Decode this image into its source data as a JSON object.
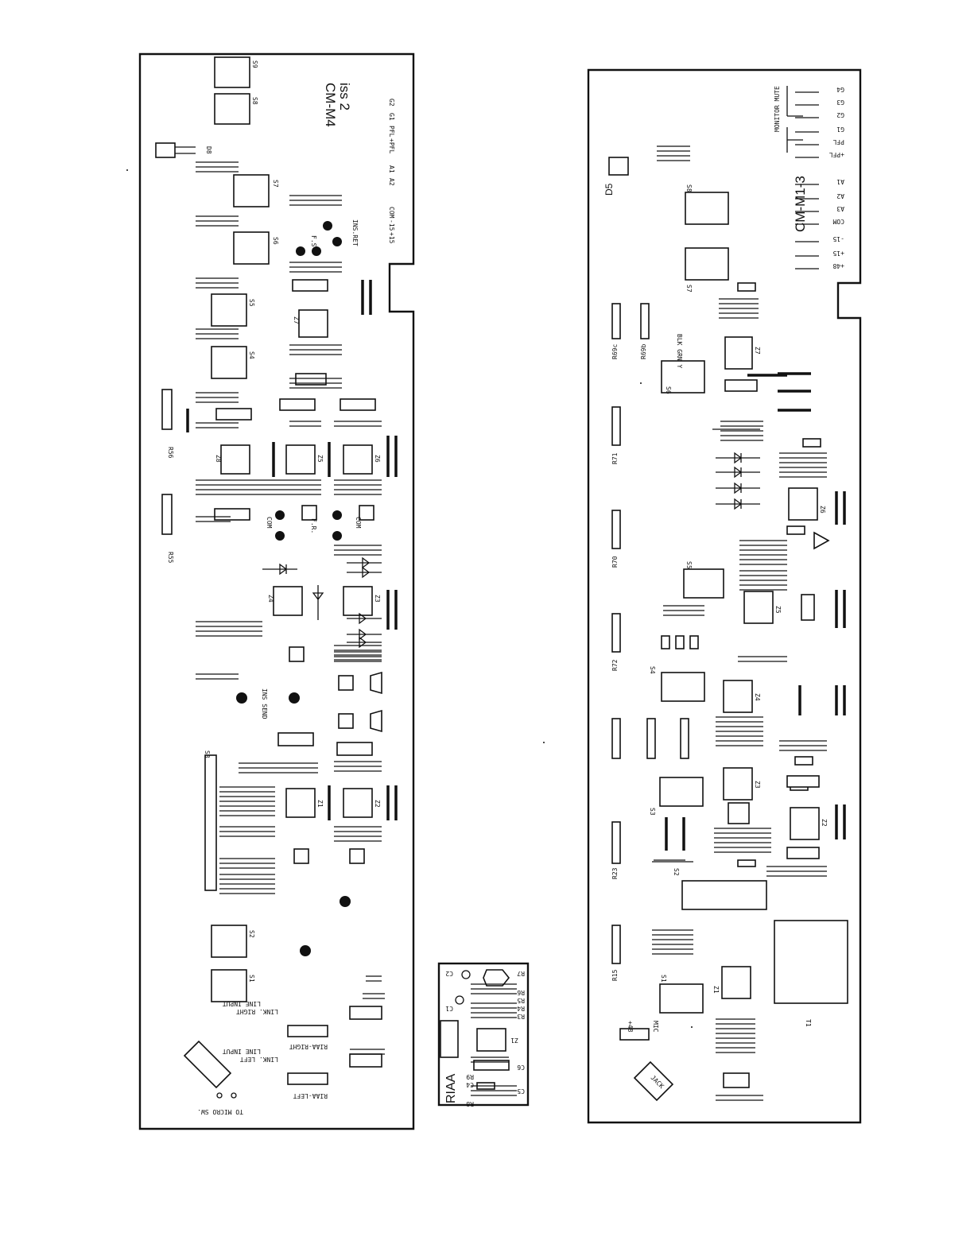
{
  "boards": [
    {
      "id": "cm_m4",
      "title_line1": "CM-M4",
      "title_line2": "iss 2",
      "labels": {
        "switches": [
          "S9",
          "S8",
          "S7",
          "S6",
          "S5",
          "S4",
          "S3",
          "S2",
          "S1"
        ],
        "ics": [
          "Z1",
          "Z2",
          "Z3",
          "Z4",
          "Z5",
          "Z6",
          "Z7",
          "Z8"
        ],
        "connector_pins": [
          "G2",
          "G1",
          "PFL",
          "+PFL",
          "A1",
          "A2",
          "COM",
          "-15",
          "+15"
        ],
        "ins_ret": "INS.RET",
        "fr": "F.R.",
        "com": "COM",
        "ins_send": "INS SEND",
        "fs": "F.S",
        "led": "D8",
        "line_input_right": "LINE INPUT",
        "link_right": "LINK. RIGHT",
        "riaa_right": "RIAA-RIGHT",
        "line_input_left": "LINE INPUT",
        "link_left": "LINK. LEFT",
        "riaa_left": "RIAA-LEFT",
        "micro_sw": "TO MICRO SW.",
        "r55": "R55",
        "r56": "R56"
      }
    },
    {
      "id": "riaa",
      "title": "RIAA",
      "labels": [
        "C2",
        "R7",
        "C1",
        "R6",
        "R5",
        "R4",
        "R3",
        "Z1",
        "R9",
        "C4",
        "C5",
        "C6",
        "R8"
      ]
    },
    {
      "id": "cm_m1_3",
      "title": "CM-M1-3",
      "labels": {
        "monitor_mute": "MONITOR MUTE",
        "d5": "D5",
        "jack": "JACK",
        "t1": "T1",
        "switches": [
          "S8",
          "S7",
          "S6",
          "S5",
          "S4",
          "S3",
          "S2",
          "S1"
        ],
        "ics": [
          "Z1",
          "Z2",
          "Z3",
          "Z4",
          "Z5",
          "Z6",
          "Z7"
        ],
        "connector_pins": [
          "G4",
          "G3",
          "G2",
          "G1",
          "PFL",
          "+PFL",
          "A1",
          "A2",
          "A3",
          "COM",
          "-15",
          "+15",
          "+48"
        ],
        "resistor_arrays": [
          "R69c",
          "R69b",
          "R71",
          "R70",
          "R72",
          "R23",
          "R15"
        ],
        "blk_grn_y": "BLK GRN Y",
        "plus48": "+48",
        "mic": "MIC"
      }
    }
  ]
}
